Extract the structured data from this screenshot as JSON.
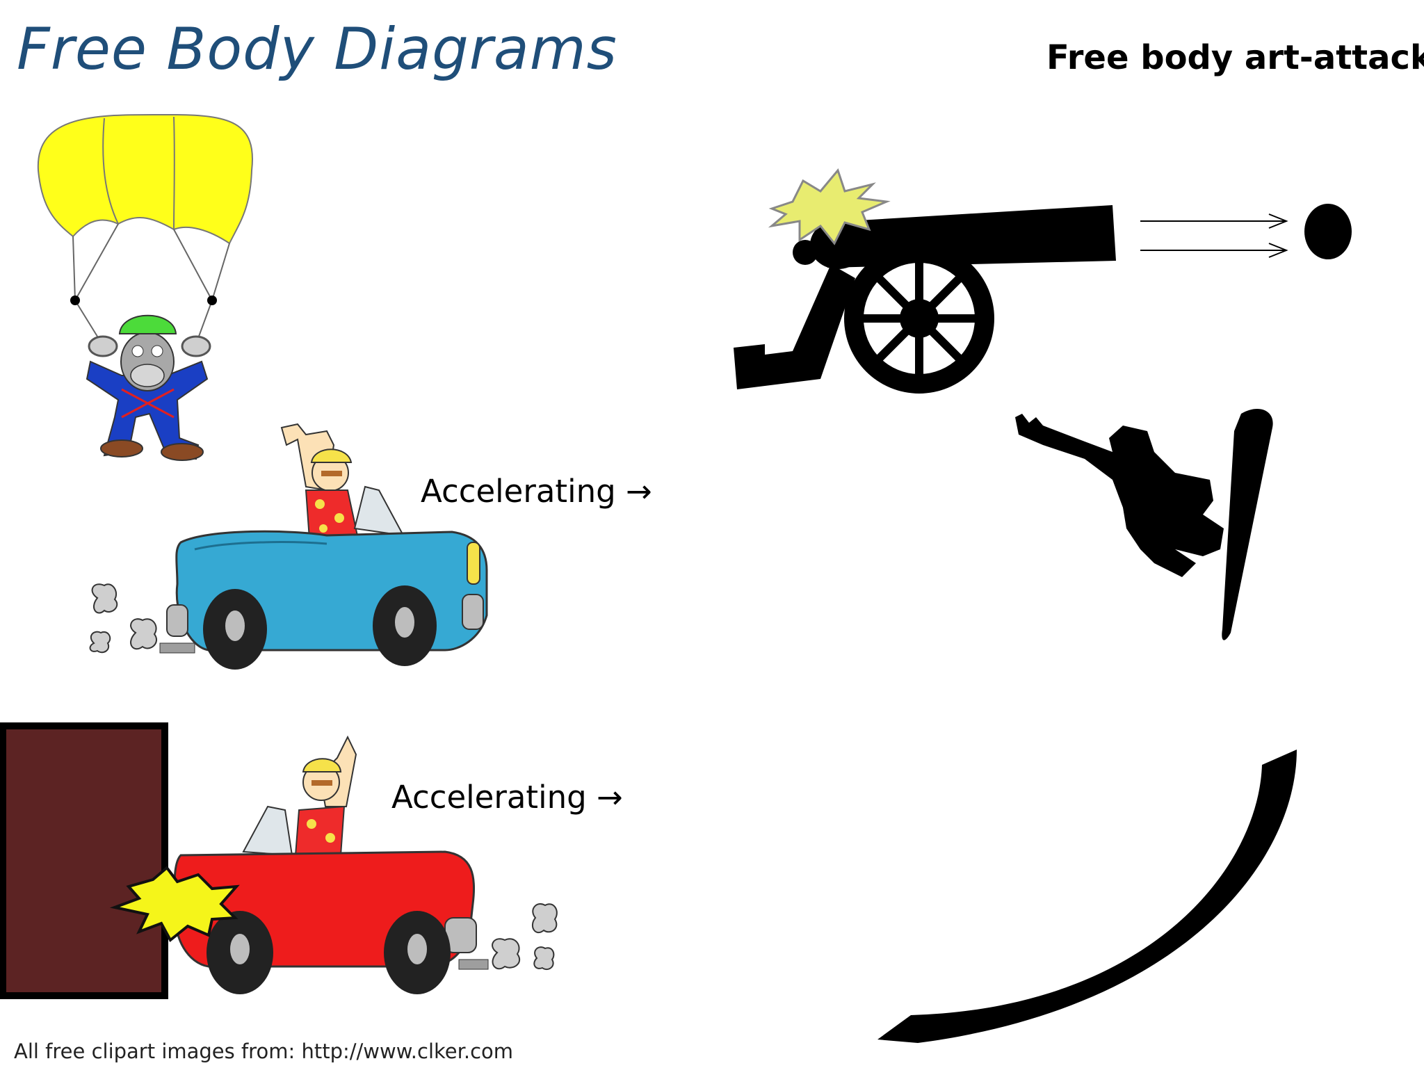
{
  "slide": {
    "title": "Free Body Diagrams",
    "subtitle": "Free body art-attack",
    "accelerating_label_1": "Accelerating →",
    "accelerating_label_2": "Accelerating →",
    "footer": "All free clipart images from: http://www.clker.com"
  },
  "images": {
    "parachutist": "parachutist-clipart",
    "blue_car": "blue-car-clipart",
    "red_car": "red-car-crash-clipart",
    "wall": "brown-wall",
    "cannon": "cannon-silhouette",
    "cannonball": "cannonball",
    "snowboarder": "snowboarder-silhouette",
    "ramp": "curved-ramp"
  },
  "colors": {
    "title": "#1f4e79",
    "wall": "#5c2323",
    "blue_car": "#36a9d3",
    "red_car": "#ee1c1c",
    "parachute": "#ffff1a",
    "explosion": "#f5f51a"
  }
}
